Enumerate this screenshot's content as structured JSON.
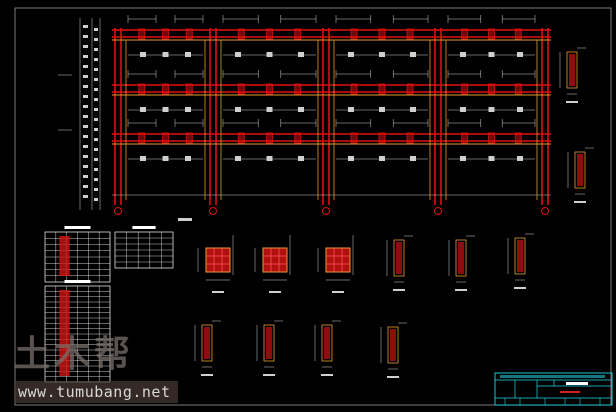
{
  "drawing": {
    "type": "CAD structural frame drawing",
    "colors": {
      "background": "#000000",
      "beam_red": "#e01010",
      "beam_orange": "#e89a30",
      "dimension_gray": "#cfcfcf",
      "title_block_cyan": "#20d8e8",
      "frame_gray": "#9a9a9a"
    },
    "frame_bays": 4,
    "frame_stories": 3,
    "section_details_row1": 6,
    "section_details_row2": 4
  },
  "watermark": {
    "logo": "土木帮",
    "url": "www.tumubang.net"
  }
}
